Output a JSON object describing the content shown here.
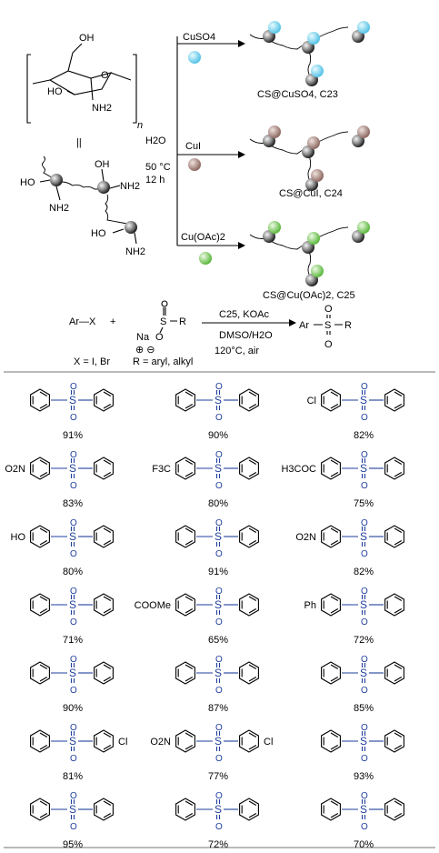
{
  "top_scheme": {
    "left": {
      "repeat_subscript": "n",
      "sugar_labels": {
        "oh_top": "OH",
        "ho": "HO",
        "nh2": "NH2",
        "o_ring": "O"
      },
      "equals": "||",
      "polymer_labels": {
        "ho": "HO",
        "oh": "OH",
        "nh2": "NH2"
      }
    },
    "conditions": [
      "H2O",
      "50 °C",
      "12 h"
    ],
    "branches": [
      {
        "reagent": "CuSO4",
        "product": "CS@CuSO4, C23",
        "color": "#7fd3ea"
      },
      {
        "reagent": "CuI",
        "product": "CS@CuI, C24",
        "color": "#b08f86"
      },
      {
        "reagent": "Cu(OAc)2",
        "product": "CS@Cu(OAc)2, C25",
        "color": "#8ad06a"
      }
    ]
  },
  "reaction": {
    "reactant1": "Ar—X",
    "plus": "+",
    "reactant2": {
      "na": "Na",
      "o": "O",
      "s": "S",
      "r": "R",
      "charges": "⊕ ⊖"
    },
    "conditions_above": "C25, KOAc",
    "conditions_below": [
      "DMSO/H2O",
      "120°C, air"
    ],
    "product": {
      "ar": "Ar",
      "s": "S",
      "r": "R",
      "o": "O"
    },
    "note_x": "X = I, Br",
    "note_r": "R = aryl, alkyl"
  },
  "products": [
    {
      "yield": "91%",
      "left_group": "",
      "right_group": ""
    },
    {
      "yield": "90%",
      "left_group": "",
      "right_group": ""
    },
    {
      "yield": "82%",
      "left_group": "Cl",
      "right_group": ""
    },
    {
      "yield": "83%",
      "left_group": "O2N",
      "right_group": ""
    },
    {
      "yield": "80%",
      "left_group": "F3C",
      "right_group": ""
    },
    {
      "yield": "75%",
      "left_group": "H3COC",
      "right_group": ""
    },
    {
      "yield": "80%",
      "left_group": "HO",
      "right_group": ""
    },
    {
      "yield": "91%",
      "left_group": "",
      "right_group": ""
    },
    {
      "yield": "82%",
      "left_group": "O2N",
      "right_group": ""
    },
    {
      "yield": "71%",
      "left_group": "",
      "right_group": ""
    },
    {
      "yield": "65%",
      "left_group": "COOMe",
      "right_group": ""
    },
    {
      "yield": "72%",
      "left_group": "Ph",
      "right_group": ""
    },
    {
      "yield": "90%",
      "left_group": "",
      "right_group": ""
    },
    {
      "yield": "87%",
      "left_group": "",
      "right_group": ""
    },
    {
      "yield": "85%",
      "left_group": "",
      "right_group": ""
    },
    {
      "yield": "81%",
      "left_group": "",
      "right_group": "Cl"
    },
    {
      "yield": "77%",
      "left_group": "O2N",
      "right_group": "Cl"
    },
    {
      "yield": "93%",
      "left_group": "",
      "right_group": ""
    },
    {
      "yield": "95%",
      "left_group": "",
      "right_group": ""
    },
    {
      "yield": "72%",
      "left_group": "",
      "right_group": ""
    },
    {
      "yield": "70%",
      "left_group": "",
      "right_group": ""
    }
  ]
}
